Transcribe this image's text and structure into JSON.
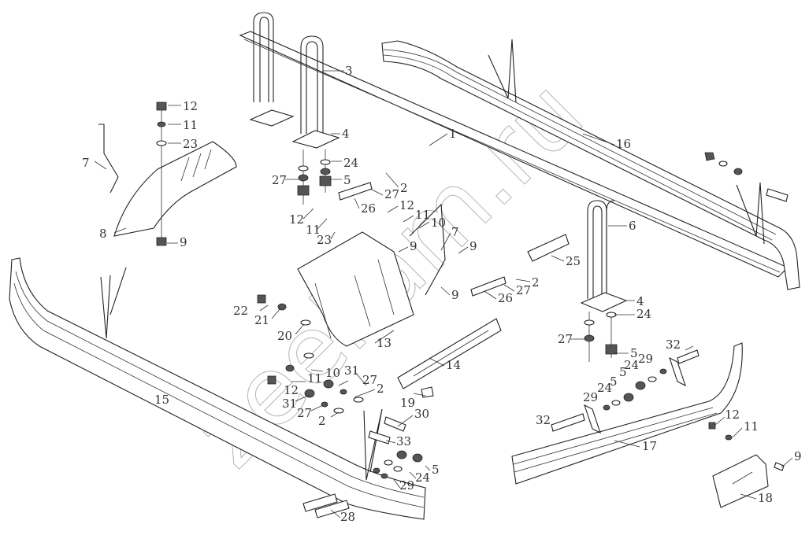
{
  "diagram": {
    "type": "exploded parts diagram",
    "watermark": "zeekam.ru",
    "callouts": [
      "3",
      "12",
      "11",
      "23",
      "7",
      "4",
      "1",
      "16",
      "24",
      "27",
      "5",
      "2",
      "27",
      "26",
      "12",
      "11",
      "10",
      "12",
      "11",
      "23",
      "7",
      "9",
      "9",
      "9",
      "8",
      "6",
      "25",
      "2",
      "27",
      "26",
      "9",
      "4",
      "24",
      "22",
      "21",
      "20",
      "13",
      "27",
      "5",
      "32",
      "29",
      "24",
      "5",
      "14",
      "10",
      "31",
      "11",
      "27",
      "12",
      "2",
      "19",
      "31",
      "27",
      "2",
      "30",
      "24",
      "5",
      "29",
      "32",
      "15",
      "33",
      "24",
      "5",
      "29",
      "17",
      "28",
      "18",
      "9",
      "12",
      "11"
    ]
  }
}
